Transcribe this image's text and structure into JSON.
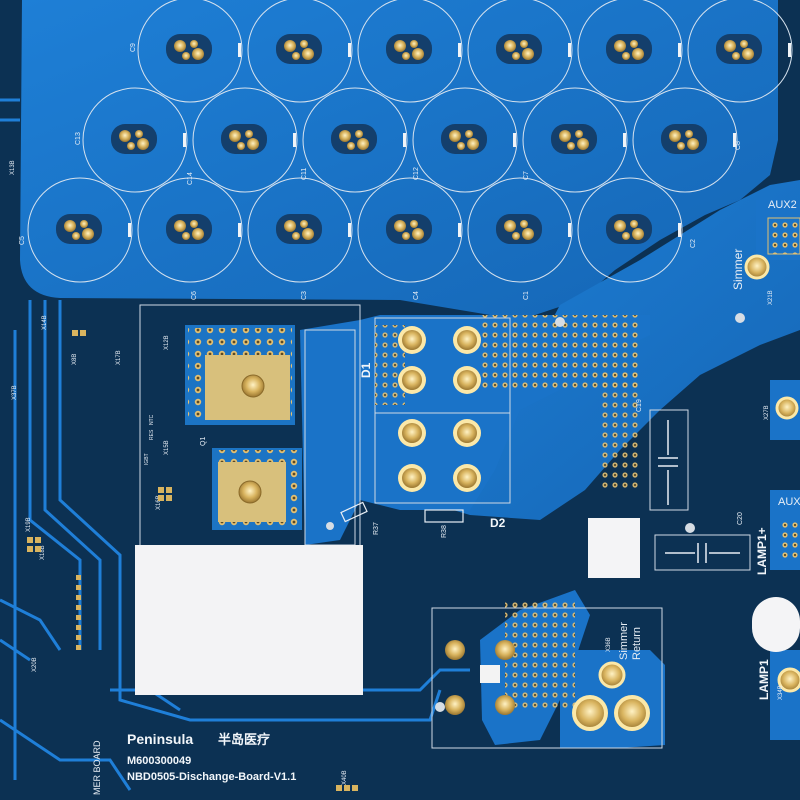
{
  "board": {
    "brand": "Peninsula",
    "brand_cn": "半岛医疗",
    "part_number": "M600300049",
    "board_name": "NBD0505-Dischange-Board-V1.1",
    "partial_label": "MER BOARD"
  },
  "labels": {
    "aux2": "AUX2",
    "aux": "AUX",
    "simmer": "Simmer",
    "simmer_return_1": "Simmer",
    "simmer_return_2": "Return",
    "lamp1_plus": "LAMP1+",
    "lamp1": "LAMP1",
    "d1": "D1",
    "d2": "D2",
    "q1": "Q1",
    "c19": "C19",
    "c20": "C20",
    "c1": "C1",
    "c2": "C2",
    "c3": "C3",
    "c4": "C4",
    "c5": "C5",
    "c6": "C6",
    "c7": "C7",
    "c8": "C8",
    "c9": "C9",
    "c11": "C11",
    "c12": "C12",
    "c13": "C13",
    "c14": "C14",
    "r37": "R37",
    "r38": "R38",
    "x12b": "X12B",
    "x13b": "X13B",
    "x14b": "X14B",
    "x15b": "X15B",
    "x16b": "X16B",
    "x17b": "X17B",
    "x18b": "X18B",
    "x19b": "X19B",
    "x20b": "X20B",
    "x21b": "X21B",
    "x27b": "X27B",
    "x34b": "X34B",
    "x36b": "X36B",
    "x37b": "X37B",
    "x40b": "X40B",
    "x8b": "X8B",
    "igbt": "IGBT",
    "ntc": "NTC",
    "res": "RES"
  },
  "colors": {
    "board_dark": "#0b2f4f",
    "copper_blue": "#1874c9",
    "pad_gold": "#d8b865",
    "silk": "#e8eef5",
    "foam": "#f3f3f5"
  }
}
